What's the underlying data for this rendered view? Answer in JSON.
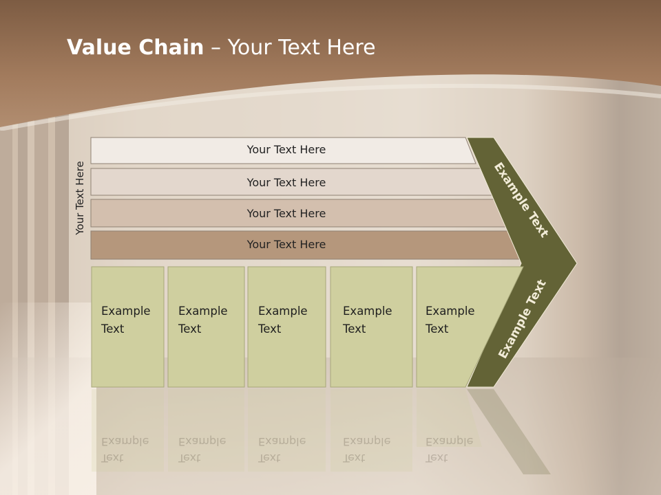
{
  "title": {
    "bold": "Value Chain",
    "rest": " – Your Text Here"
  },
  "side_label": "Your Text Here",
  "support_rows": [
    {
      "label": "Your Text Here",
      "color": "#f1ebe5"
    },
    {
      "label": "Your Text Here",
      "color": "#e3d7cd"
    },
    {
      "label": "Your Text Here",
      "color": "#d3bfae"
    },
    {
      "label": "Your Text Here",
      "color": "#b5977c"
    }
  ],
  "primary_activities": [
    {
      "line1": "Example",
      "line2": "Text"
    },
    {
      "line1": "Example",
      "line2": "Text"
    },
    {
      "line1": "Example",
      "line2": "Text"
    },
    {
      "line1": "Example",
      "line2": "Text"
    },
    {
      "line1": "Example",
      "line2": "Text"
    }
  ],
  "margin": {
    "upper": "Example Text",
    "lower": "Example Text",
    "color": "#636336"
  },
  "colors": {
    "header": "#9a7356",
    "activity_fill": "#cfcf9f",
    "activity_border": "#a7a77a"
  }
}
